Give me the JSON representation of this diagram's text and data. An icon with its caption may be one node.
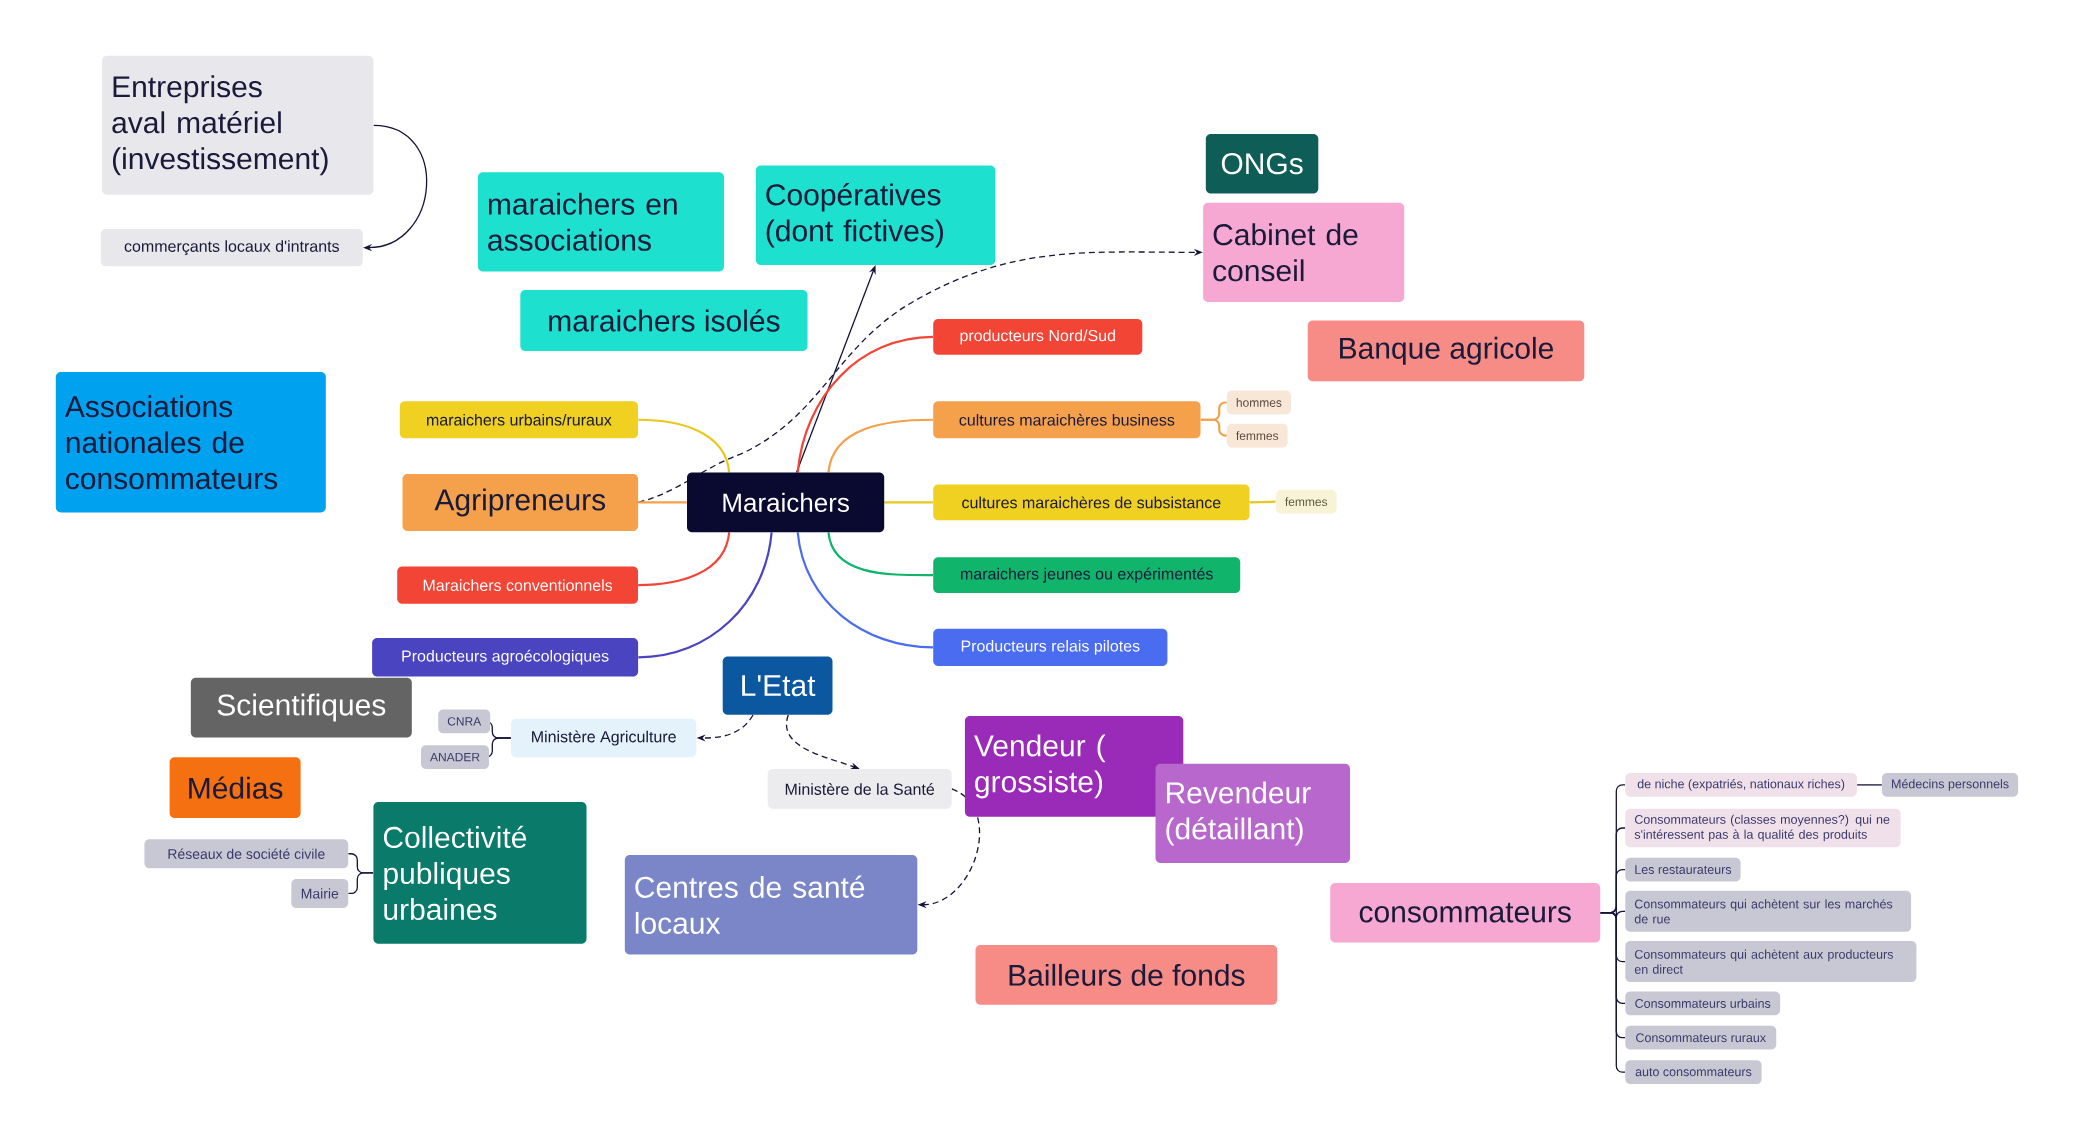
{
  "diagram": {
    "nodes": [
      {
        "text": [
          "Entreprises aval matériel (investissement)"
        ]
      },
      {
        "text": [
          "commerçants locaux d'intrants"
        ]
      },
      {
        "text": [
          "maraichers en associations"
        ]
      },
      {
        "text": [
          "Coopératives (dont fictives)"
        ]
      },
      {
        "text": [
          "ONGs"
        ]
      },
      {
        "text": [
          "Cabinet de conseil"
        ]
      },
      {
        "text": [
          "maraichers isolés"
        ]
      },
      {
        "text": [
          "Banque agricole"
        ]
      },
      {
        "text": [
          "Associations nationales de consommateurs"
        ]
      },
      {
        "text": [
          "maraichers urbains/ruraux"
        ]
      },
      {
        "text": [
          "Agripreneurs"
        ]
      },
      {
        "text": [
          "Maraichers"
        ]
      },
      {
        "text": [
          "producteurs Nord/Sud"
        ]
      },
      {
        "text": [
          "cultures maraichères business"
        ]
      },
      {
        "text": [
          "hommes"
        ]
      },
      {
        "text": [
          "femmes"
        ]
      },
      {
        "text": [
          "cultures maraichères de subsistance"
        ]
      },
      {
        "text": [
          "femmes"
        ]
      },
      {
        "text": [
          "maraichers jeunes ou expérimentés"
        ]
      },
      {
        "text": [
          "Producteurs relais pilotes"
        ]
      },
      {
        "text": [
          "Maraichers conventionnels"
        ]
      },
      {
        "text": [
          "Producteurs agroécologiques"
        ]
      },
      {
        "text": [
          "L'Etat"
        ]
      },
      {
        "text": [
          "Scientifiques"
        ]
      },
      {
        "text": [
          "CNRA"
        ]
      },
      {
        "text": [
          "ANADER"
        ]
      },
      {
        "text": [
          "Ministère Agriculture"
        ]
      },
      {
        "text": [
          "Ministère de la Santé"
        ]
      },
      {
        "text": [
          "Médias"
        ]
      },
      {
        "text": [
          "Vendeur ( grossiste)"
        ]
      },
      {
        "text": [
          "Revendeur (détaillant)"
        ]
      },
      {
        "text": [
          "Réseaux de société civile"
        ]
      },
      {
        "text": [
          "Mairie"
        ]
      },
      {
        "text": [
          "Collectivité publiques urbaines"
        ]
      },
      {
        "text": [
          "Centres de santé locaux"
        ]
      },
      {
        "text": [
          "consommateurs"
        ]
      },
      {
        "text": [
          "Bailleurs de fonds"
        ]
      },
      {
        "text": [
          "de niche (expatriés, nationaux riches)"
        ]
      },
      {
        "text": [
          "Médecins personnels"
        ]
      },
      {
        "text": [
          "Consommateurs (classes moyennes?) qui ne s'intéressent pas à la qualité des produits"
        ]
      },
      {
        "text": [
          "Les restaurateurs"
        ]
      },
      {
        "text": [
          "Consommateurs qui achètent sur les marchés de rue"
        ]
      },
      {
        "text": [
          "Consommateurs qui achètent aux producteurs en direct"
        ]
      },
      {
        "text": [
          "Consommateurs urbains"
        ]
      },
      {
        "text": [
          "Consommateurs ruraux"
        ]
      },
      {
        "text": [
          "auto consommateurs"
        ]
      }
    ],
    "edges": [
      {
        "from": 0,
        "to": 1,
        "arrow": "to"
      },
      {
        "from": 11,
        "to": 3,
        "arrow": "to"
      },
      {
        "from": 10,
        "to": 5,
        "arrow": "to",
        "style": "dashed"
      },
      {
        "from": 11,
        "to": 9,
        "arrow": "none",
        "color": "#e8c820"
      },
      {
        "from": 11,
        "to": 10,
        "arrow": "none",
        "color": "#f5a04a"
      },
      {
        "from": 11,
        "to": 20,
        "arrow": "none",
        "color": "#f24536"
      },
      {
        "from": 11,
        "to": 21,
        "arrow": "none",
        "color": "#4a44c0"
      },
      {
        "from": 11,
        "to": 12,
        "arrow": "none",
        "color": "#f24536"
      },
      {
        "from": 11,
        "to": 13,
        "arrow": "none",
        "color": "#f5a04a"
      },
      {
        "from": 11,
        "to": 16,
        "arrow": "none",
        "color": "#e8c820"
      },
      {
        "from": 11,
        "to": 18,
        "arrow": "none",
        "color": "#10b46a"
      },
      {
        "from": 11,
        "to": 19,
        "arrow": "none",
        "color": "#4a6cf0"
      },
      {
        "from": 13,
        "to": 14,
        "arrow": "none",
        "color": "#f5a04a"
      },
      {
        "from": 13,
        "to": 15,
        "arrow": "none",
        "color": "#f5a04a"
      },
      {
        "from": 16,
        "to": 17,
        "arrow": "none",
        "color": "#e8c820"
      },
      {
        "from": 22,
        "to": 26,
        "arrow": "to",
        "style": "dashed"
      },
      {
        "from": 22,
        "to": 27,
        "arrow": "to",
        "style": "dashed"
      },
      {
        "from": 27,
        "to": 34,
        "arrow": "to",
        "style": "dashed"
      },
      {
        "from": 26,
        "to": 24,
        "arrow": "none"
      },
      {
        "from": 26,
        "to": 25,
        "arrow": "none"
      },
      {
        "from": 33,
        "to": 31,
        "arrow": "none"
      },
      {
        "from": 33,
        "to": 32,
        "arrow": "none"
      },
      {
        "from": 35,
        "to": 37,
        "arrow": "none"
      },
      {
        "from": 35,
        "to": 39,
        "arrow": "none"
      },
      {
        "from": 35,
        "to": 40,
        "arrow": "none"
      },
      {
        "from": 35,
        "to": 41,
        "arrow": "none"
      },
      {
        "from": 35,
        "to": 42,
        "arrow": "none"
      },
      {
        "from": 35,
        "to": 43,
        "arrow": "none"
      },
      {
        "from": 35,
        "to": 44,
        "arrow": "none"
      },
      {
        "from": 35,
        "to": 45,
        "arrow": "none"
      },
      {
        "from": 37,
        "to": 38,
        "arrow": "none"
      }
    ]
  }
}
